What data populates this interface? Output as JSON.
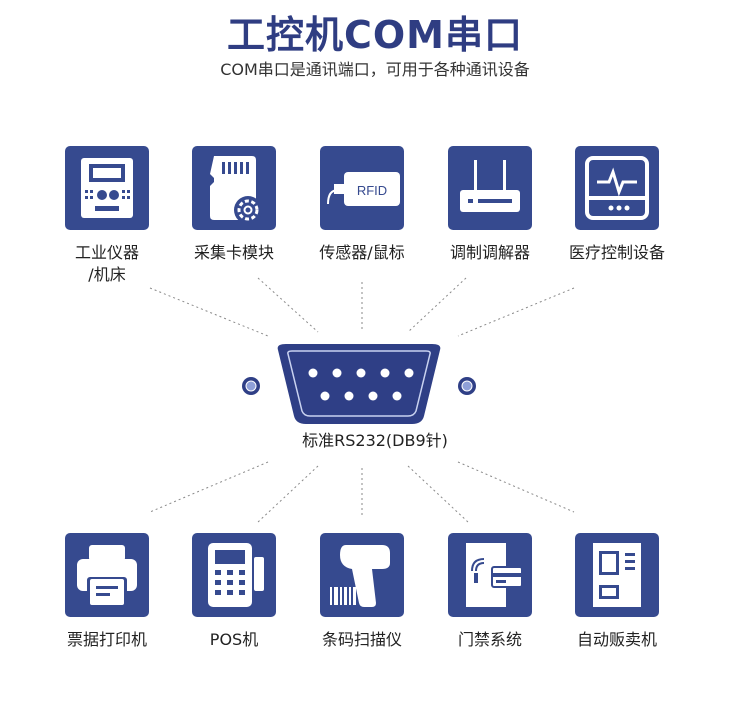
{
  "title": "工控机COM串口",
  "subtitle": "COM串口是通讯端口，可用于各种通讯设备",
  "connector": {
    "label": "标准RS232(DB9针)"
  },
  "top_devices": [
    {
      "label": "工业仪器\n/机床",
      "icon": "industrial-panel-icon"
    },
    {
      "label": "采集卡模块",
      "icon": "sd-card-gear-icon"
    },
    {
      "label": "传感器/鼠标",
      "icon": "rfid-card-icon",
      "badge": "RFID"
    },
    {
      "label": "调制调解器",
      "icon": "router-icon"
    },
    {
      "label": "医疗控制设备",
      "icon": "medical-monitor-icon"
    }
  ],
  "bottom_devices": [
    {
      "label": "票据打印机",
      "icon": "printer-icon"
    },
    {
      "label": "POS机",
      "icon": "pos-terminal-icon"
    },
    {
      "label": "条码扫描仪",
      "icon": "barcode-scanner-icon"
    },
    {
      "label": "门禁系统",
      "icon": "access-control-icon"
    },
    {
      "label": "自动贩卖机",
      "icon": "vending-machine-icon"
    }
  ],
  "colors": {
    "title": "#2f3d82",
    "tile": "#364a8f",
    "connector": "#2f3f86"
  }
}
